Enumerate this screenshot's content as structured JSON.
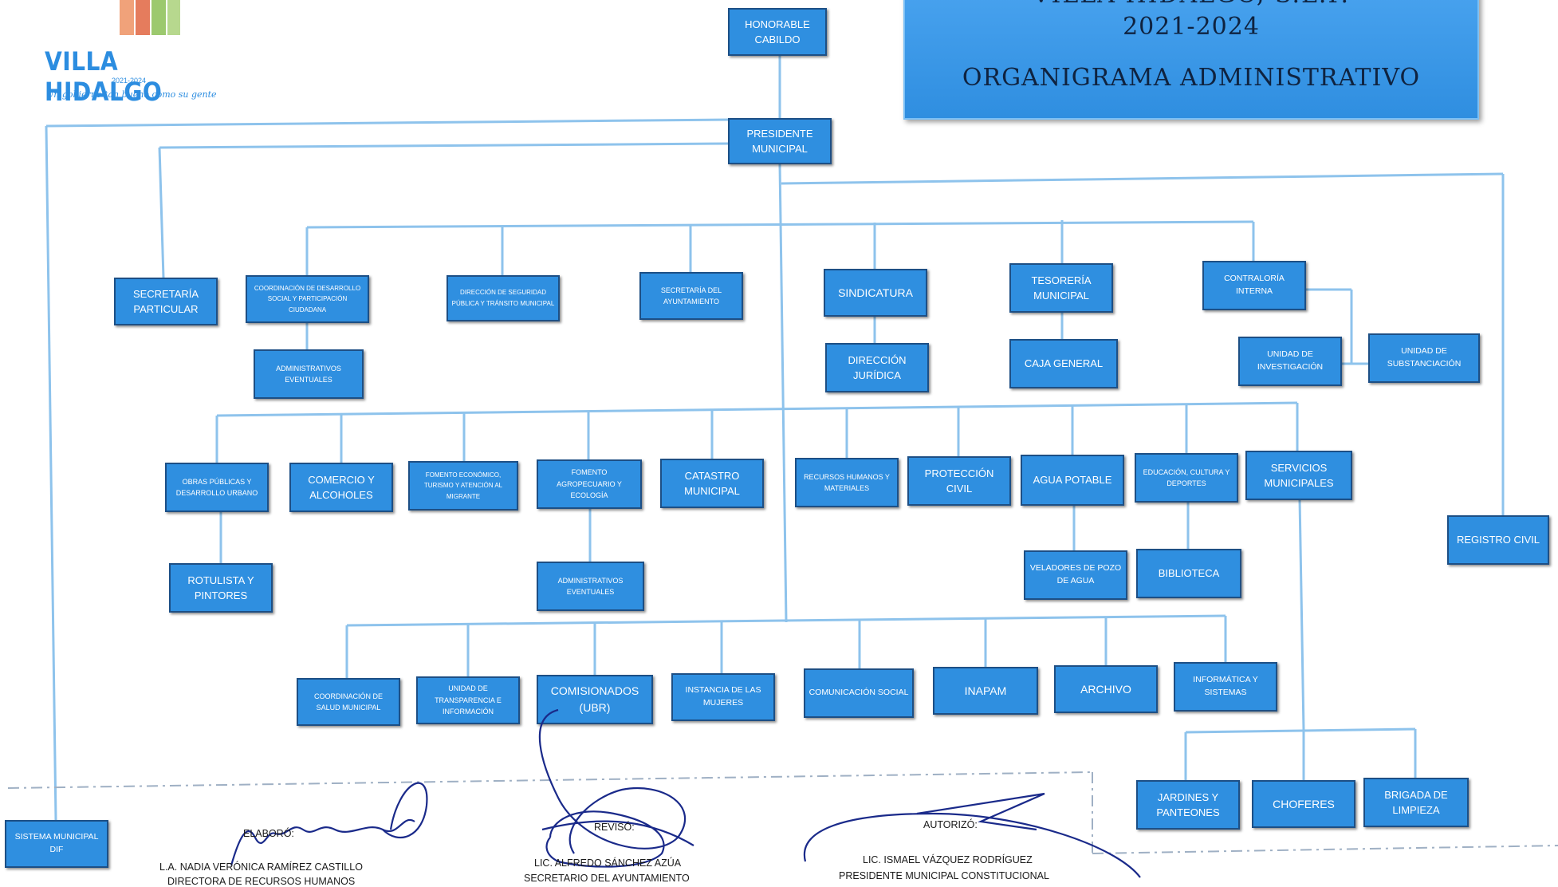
{
  "header": {
    "title_line1": "VILLA HIDALGO, S.L.P.",
    "title_line2": "2021-2024",
    "title_line3": "ORGANIGRAMA ADMINISTRATIVO"
  },
  "logo": {
    "name": "VILLA HIDALGO",
    "years": "2021-2024",
    "slogan": "Un gobierno tan bueno como su gente"
  },
  "org": {
    "cabildo": "HONORABLE CABILDO",
    "presidente": "PRESIDENTE MUNICIPAL",
    "secretaria_particular": "SECRETARÍA PARTICULAR",
    "coord_desarrollo": "COORDINACIÓN DE DESARROLLO SOCIAL Y PARTICIPACIÓN CIUDADANA",
    "adm_eventuales_1": "ADMINISTRATIVOS EVENTUALES",
    "seguridad": "DIRECCIÓN DE SEGURIDAD PÚBLICA Y TRÁNSITO MUNICIPAL",
    "secretaria_ayuntamiento": "SECRETARÍA DEL AYUNTAMIENTO",
    "sindicatura": "SINDICATURA",
    "direccion_juridica": "DIRECCIÓN JURÍDICA",
    "tesoreria": "TESORERÍA MUNICIPAL",
    "caja_general": "CAJA GENERAL",
    "contraloria": "CONTRALORÍA INTERNA",
    "unidad_investigacion": "UNIDAD DE INVESTIGACIÓN",
    "unidad_substanciacion": "UNIDAD DE SUBSTANCIACIÓN",
    "registro_civil": "REGISTRO CIVIL",
    "sistema_dif": "SISTEMA MUNICIPAL DIF",
    "obras_publicas": "OBRAS PÚBLICAS Y DESARROLLO URBANO",
    "rotulista": "ROTULISTA Y PINTORES",
    "comercio": "COMERCIO Y ALCOHOLES",
    "fomento_economico": "FOMENTO ECONÓMICO, TURISMO Y ATENCIÓN AL MIGRANTE",
    "fomento_agro": "FOMENTO AGROPECUARIO Y ECOLOGÍA",
    "adm_eventuales_2": "ADMINISTRATIVOS EVENTUALES",
    "catastro": "CATASTRO MUNICIPAL",
    "recursos_humanos": "RECURSOS HUMANOS Y MATERIALES",
    "proteccion_civil": "PROTECCIÓN CIVIL",
    "agua_potable": "AGUA POTABLE",
    "veladores": "VELADORES DE POZO DE AGUA",
    "educacion": "EDUCACIÓN, CULTURA Y DEPORTES",
    "biblioteca": "BIBLIOTECA",
    "servicios_municipales": "SERVICIOS MUNICIPALES",
    "coord_salud": "COORDINACIÓN DE SALUD MUNICIPAL",
    "transparencia": "UNIDAD DE TRANSPARENCIA E INFORMACIÓN",
    "comisionados": "COMISIONADOS (UBR)",
    "instancia_mujeres": "INSTANCIA DE LAS MUJERES",
    "comunicacion_social": "COMUNICACIÓN SOCIAL",
    "inapam": "INAPAM",
    "archivo": "ARCHIVO",
    "informatica": "INFORMÁTICA Y SISTEMAS",
    "jardines": "JARDINES Y PANTEONES",
    "choferes": "CHOFERES",
    "brigada": "BRIGADA DE LIMPIEZA"
  },
  "signatures": {
    "elaboro_label": "ELABORÓ:",
    "elaboro_name": "L.A. NADIA VERÓNICA RAMÍREZ CASTILLO",
    "elaboro_role": "DIRECTORA DE RECURSOS HUMANOS",
    "reviso_label": "REVISÓ:",
    "reviso_name": "LIC. ALFREDO SÁNCHEZ AZÚA",
    "reviso_role": "SECRETARIO DEL AYUNTAMIENTO",
    "autorizo_label": "AUTORIZÓ:",
    "autorizo_name": "LIC. ISMAEL VÁZQUEZ RODRÍGUEZ",
    "autorizo_role": "PRESIDENTE MUNICIPAL CONSTITUCIONAL"
  },
  "colors": {
    "box": "#2f8fe0",
    "box_border": "#1d4f85",
    "connector": "#8ec3ec",
    "ink": "#1a2a8a"
  }
}
